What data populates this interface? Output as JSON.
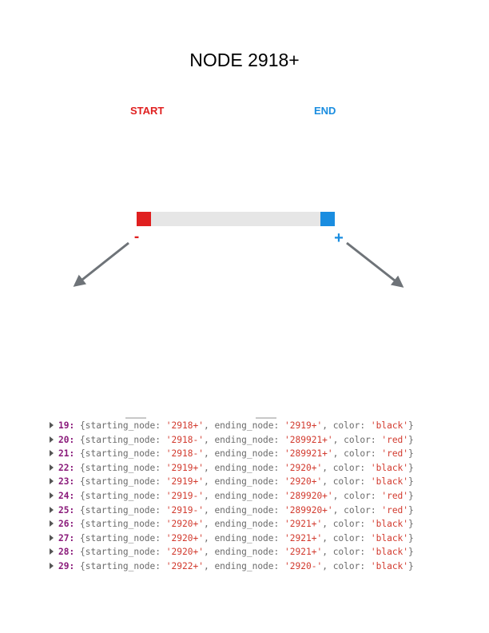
{
  "title": "NODE 2918+",
  "labels": {
    "start": "START",
    "end": "END",
    "minus": "-",
    "plus": "+"
  },
  "colors": {
    "start": "#e02020",
    "end": "#1a8de0",
    "bar": "#e6e6e6",
    "arrow": "#6e7378"
  },
  "console": {
    "keys": {
      "starting": "starting_node",
      "ending": "ending_node",
      "color": "color"
    },
    "rows": [
      {
        "index": "19",
        "starting_node": "2918+",
        "ending_node": "2919+",
        "color": "black"
      },
      {
        "index": "20",
        "starting_node": "2918-",
        "ending_node": "289921+",
        "color": "red"
      },
      {
        "index": "21",
        "starting_node": "2918-",
        "ending_node": "289921+",
        "color": "red"
      },
      {
        "index": "22",
        "starting_node": "2919+",
        "ending_node": "2920+",
        "color": "black"
      },
      {
        "index": "23",
        "starting_node": "2919+",
        "ending_node": "2920+",
        "color": "black"
      },
      {
        "index": "24",
        "starting_node": "2919-",
        "ending_node": "289920+",
        "color": "red"
      },
      {
        "index": "25",
        "starting_node": "2919-",
        "ending_node": "289920+",
        "color": "red"
      },
      {
        "index": "26",
        "starting_node": "2920+",
        "ending_node": "2921+",
        "color": "black"
      },
      {
        "index": "27",
        "starting_node": "2920+",
        "ending_node": "2921+",
        "color": "black"
      },
      {
        "index": "28",
        "starting_node": "2920+",
        "ending_node": "2921+",
        "color": "black"
      },
      {
        "index": "29",
        "starting_node": "2922+",
        "ending_node": "2920-",
        "color": "black"
      }
    ]
  }
}
